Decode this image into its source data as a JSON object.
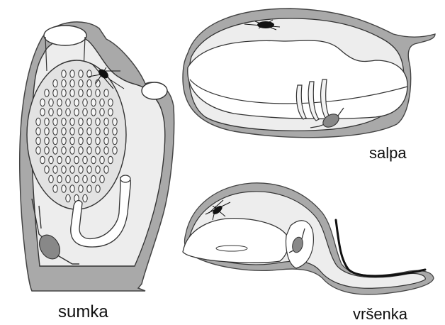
{
  "labels": {
    "sumka": "sumka",
    "salpa": "salpa",
    "vrsenka": "vršenka"
  },
  "colors": {
    "outer_tunic": "#a9a9a9",
    "body": "#ededed",
    "chamber": "#ffffff",
    "organ": "#888888",
    "nerve": "#111111",
    "stroke": "#333333"
  }
}
